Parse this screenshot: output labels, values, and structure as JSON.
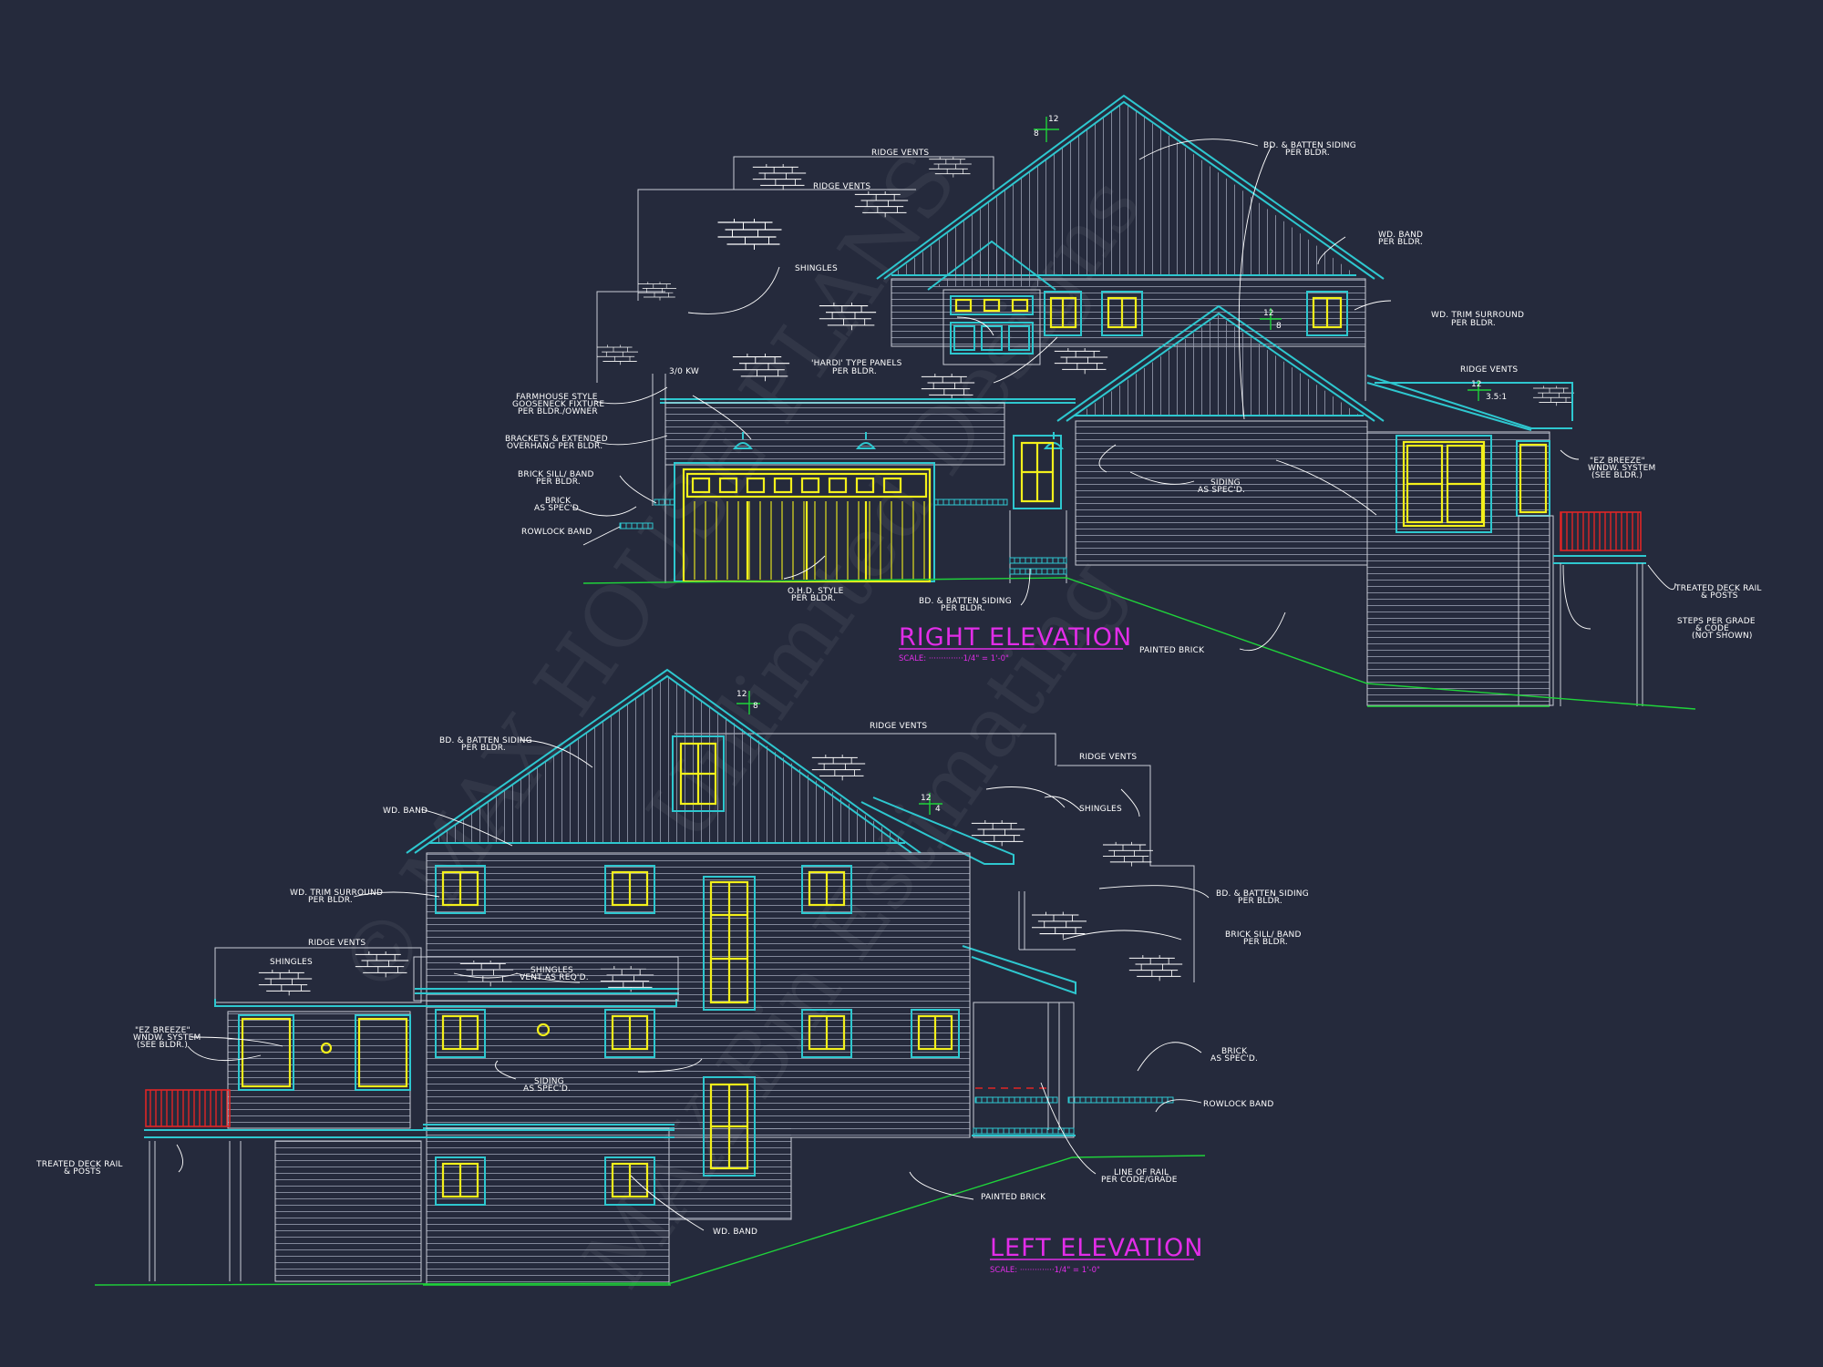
{
  "drawing": {
    "watermark": [
      "© MAX HOUSE PLANS",
      "MAX Bin Estimating",
      "Unlimited Designs"
    ],
    "colors": {
      "background": "#252a3c",
      "outline": "#2ec7cf",
      "windows": "#f3f01b",
      "grade": "#1fd33a",
      "deck_rail": "#e02525",
      "title": "#e22de8",
      "linework": "#c9ccd6"
    },
    "right_elevation": {
      "title": "RIGHT ELEVATION",
      "scale": "SCALE: ··············1/4\" = 1'-0\"",
      "pitch_main": [
        "12",
        "8"
      ],
      "pitch_garage": [
        "12",
        "8"
      ],
      "pitch_porch": [
        "12",
        "3.5:1"
      ],
      "label_3x0": "3/0 KW",
      "callouts": {
        "ridge_vents_1": "RIDGE VENTS",
        "ridge_vents_2": "RIDGE VENTS",
        "ridge_vents_3": "RIDGE VENTS",
        "bd_batten_1": "BD. & BATTEN SIDING",
        "bd_batten_2": "PER BLDR.",
        "wd_band_1": "WD. BAND",
        "wd_band_2": "PER BLDR.",
        "wd_trim_1": "WD. TRIM SURROUND",
        "wd_trim_2": "PER BLDR.",
        "shingles": "SHINGLES",
        "hardi_1": "'HARDI' TYPE PANELS",
        "hardi_2": "PER BLDR.",
        "farmhouse_1": "FARMHOUSE STYLE",
        "farmhouse_2": "GOOSENECK FIXTURE",
        "farmhouse_3": "PER BLDR./OWNER",
        "brackets_1": "BRACKETS & EXTENDED",
        "brackets_2": "OVERHANG PER BLDR.",
        "brick_sill_1": "BRICK SILL/ BAND",
        "brick_sill_2": "PER BLDR.",
        "brick_1": "BRICK",
        "brick_2": "AS SPEC'D.",
        "rowlock": "ROWLOCK BAND",
        "siding_1": "SIDING",
        "siding_2": "AS SPEC'D.",
        "ez_breeze_1": "\"EZ BREEZE\"",
        "ez_breeze_2": "WNDW. SYSTEM",
        "ez_breeze_3": "(SEE BLDR.)",
        "deck_rail_1": "TREATED DECK RAIL",
        "deck_rail_2": "& POSTS",
        "steps_1": "STEPS PER GRADE",
        "steps_2": "& CODE",
        "steps_3": "(NOT SHOWN)",
        "ohd_1": "O.H.D. STYLE",
        "ohd_2": "PER BLDR.",
        "bd_batten_b1": "BD. & BATTEN SIDING",
        "bd_batten_b2": "PER BLDR.",
        "painted_brick": "PAINTED BRICK"
      }
    },
    "left_elevation": {
      "title": "LEFT ELEVATION",
      "scale": "SCALE: ··············1/4\" = 1'-0\"",
      "pitch_main": [
        "12",
        "8"
      ],
      "pitch_porch": [
        "12",
        "4"
      ],
      "callouts": {
        "ridge_vents_1": "RIDGE VENTS",
        "ridge_vents_2": "RIDGE VENTS",
        "ridge_vents_3": "RIDGE VENTS",
        "bd_batten_1": "BD. & BATTEN SIDING",
        "bd_batten_2": "PER BLDR.",
        "wd_band": "WD. BAND",
        "wd_trim_1": "WD. TRIM SURROUND",
        "wd_trim_2": "PER BLDR.",
        "shingles_1": "SHINGLES",
        "shingles_2": "SHINGLES",
        "shingles_vent_1": "SHINGLES",
        "shingles_vent_2": "VENT AS REQ'D.",
        "ez_breeze_1": "\"EZ BREEZE\"",
        "ez_breeze_2": "WNDW. SYSTEM",
        "ez_breeze_3": "(SEE BLDR.)",
        "siding_1": "SIDING",
        "siding_2": "AS SPEC'D.",
        "deck_rail_1": "TREATED DECK RAIL",
        "deck_rail_2": "& POSTS",
        "bd_batten_r1": "BD. & BATTEN SIDING",
        "bd_batten_r2": "PER BLDR.",
        "brick_sill_1": "BRICK SILL/ BAND",
        "brick_sill_2": "PER BLDR.",
        "brick_1": "BRICK",
        "brick_2": "AS SPEC'D.",
        "rowlock": "ROWLOCK BAND",
        "line_rail_1": "LINE OF RAIL",
        "line_rail_2": "PER CODE/GRADE",
        "painted_brick": "PAINTED BRICK",
        "wd_band_bottom": "WD. BAND"
      }
    }
  }
}
